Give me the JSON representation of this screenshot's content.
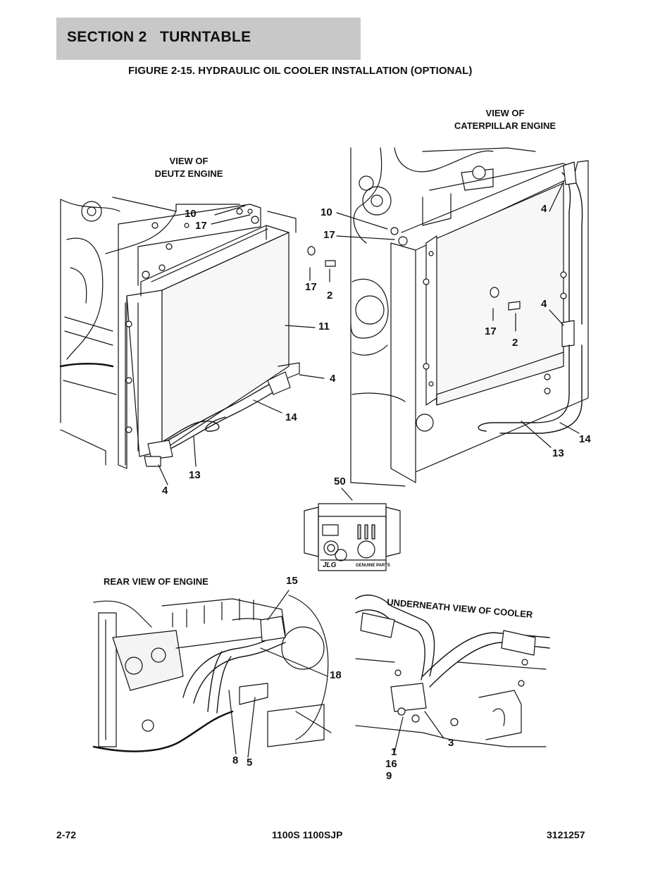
{
  "header": {
    "section": "SECTION 2   TURNTABLE",
    "figure_title": "FIGURE 2-15. HYDRAULIC OIL COOLER INSTALLATION (OPTIONAL)"
  },
  "views": {
    "deutz": {
      "line1": "VIEW OF",
      "line2": "DEUTZ ENGINE"
    },
    "caterpillar": {
      "line1": "VIEW OF",
      "line2": "CATERPILLAR ENGINE"
    },
    "rear": "REAR VIEW OF ENGINE",
    "underneath": "UNDERNEATH VIEW OF COOLER"
  },
  "callouts": {
    "deutz": [
      "10",
      "17",
      "17",
      "2",
      "11",
      "4",
      "14",
      "13",
      "4"
    ],
    "caterpillar": [
      "10",
      "17",
      "4",
      "17",
      "2",
      "4",
      "14",
      "13"
    ],
    "kit": [
      "50"
    ],
    "rear": [
      "15",
      "18",
      "8",
      "5"
    ],
    "underneath": [
      "1",
      "16",
      "9",
      "3"
    ]
  },
  "kit": {
    "brand": "JLG",
    "sub": "GENUINE PARTS"
  },
  "footer": {
    "page": "2-72",
    "model": "1100S 1100SJP",
    "doc_number": "3121257"
  }
}
